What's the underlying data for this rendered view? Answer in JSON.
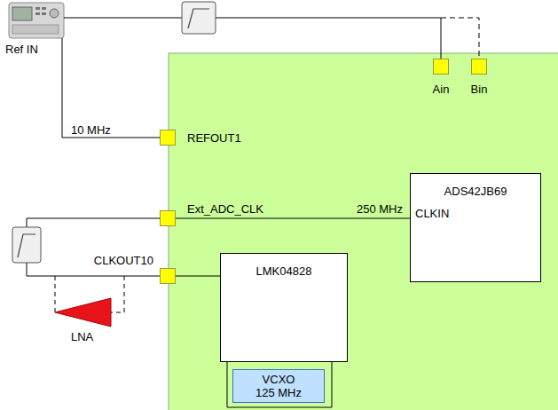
{
  "diagram": {
    "nodes": [
      {
        "text": [
          "Ain"
        ]
      },
      {
        "text": [
          "Bin"
        ]
      },
      {
        "text": [
          "REFOUT1"
        ]
      },
      {
        "text": [
          "Ext_ADC_CLK"
        ]
      },
      {
        "text": [
          "ADS42JB69",
          "CLKIN"
        ]
      },
      {
        "text": [
          "CLKOUT10"
        ]
      },
      {
        "text": [
          "LMK04828"
        ]
      },
      {
        "text": [
          "VCXO 125 MHz"
        ]
      }
    ],
    "edges": [
      {
        "from": 3,
        "to": 4,
        "label": "250 MHz",
        "arrow": "none"
      },
      {
        "from": 5,
        "to": 6,
        "arrow": "none"
      }
    ],
    "labels": [
      "Ref IN",
      "10 MHz",
      "LNA"
    ]
  }
}
